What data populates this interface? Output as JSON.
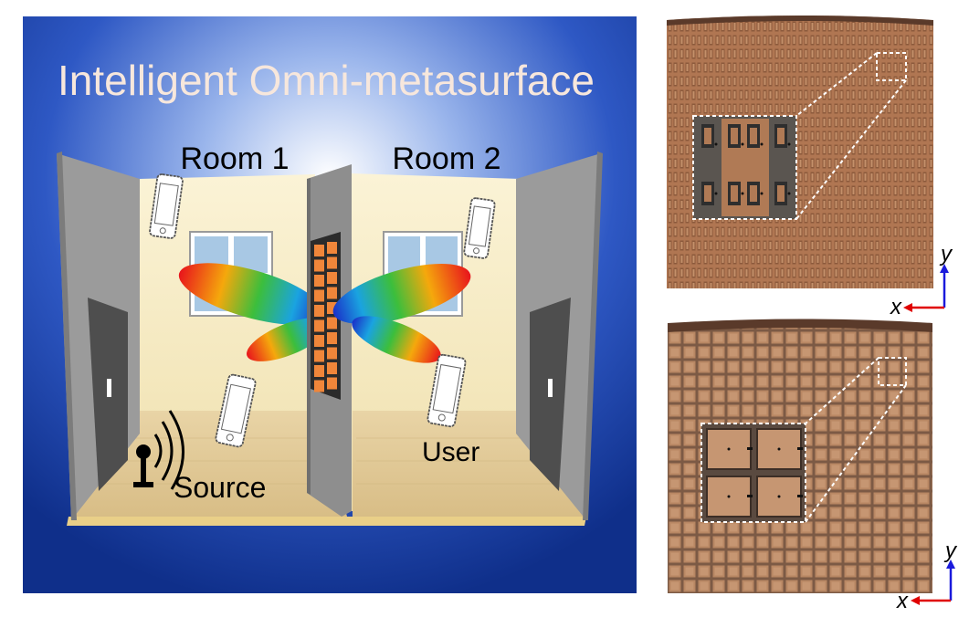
{
  "panel": {
    "title": "Intelligent Omni-metasurface",
    "rooms": [
      {
        "label": "Room 1"
      },
      {
        "label": "Room 2"
      }
    ],
    "source_label": "Source",
    "user_label": "User"
  },
  "boards": [
    {
      "axes": {
        "x": "x",
        "y": "y"
      },
      "unit_type": "reflective-transmissive"
    },
    {
      "axes": {
        "x": "x",
        "y": "y"
      },
      "unit_type": "patch"
    }
  ],
  "colors": {
    "background_blue": "#1a3f99",
    "wall": "#f7ecc4",
    "floor": "#e1c998",
    "door": "#5a5a5a",
    "copper": "#b27a55",
    "axis_x": "#e00000",
    "axis_y": "#1a1adc"
  }
}
